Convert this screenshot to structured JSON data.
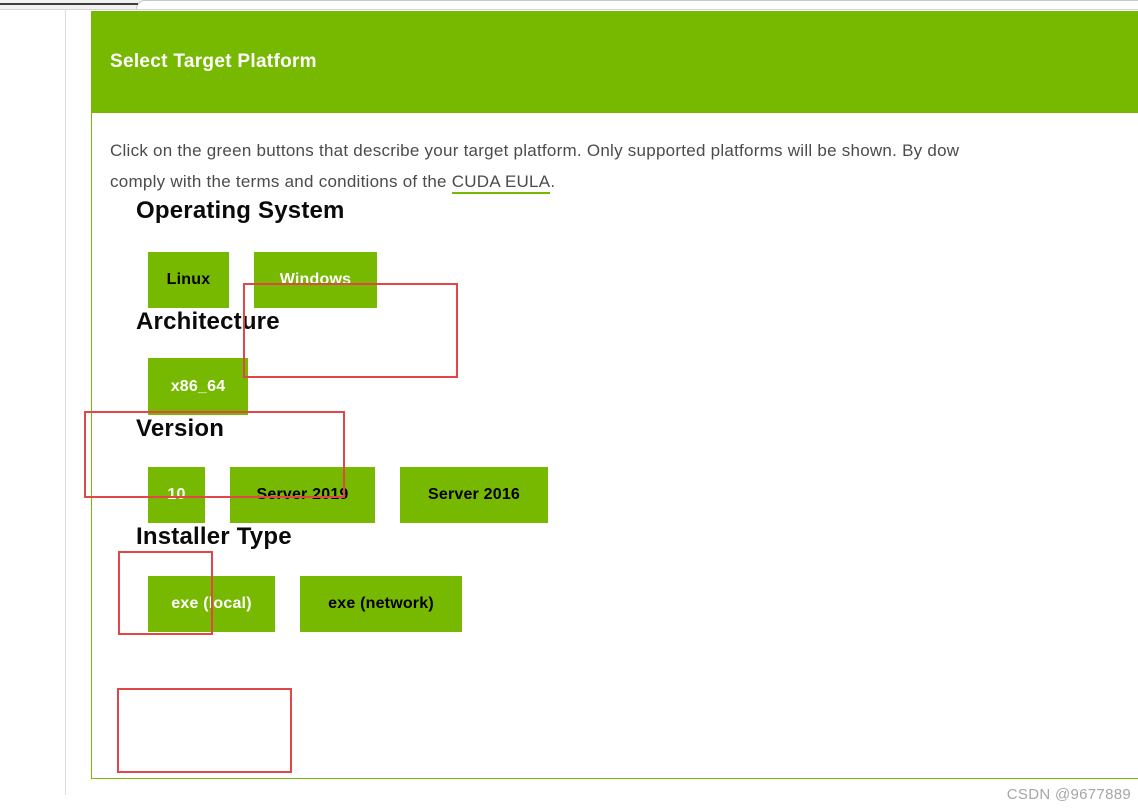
{
  "panel": {
    "header_title": "Select Target Platform",
    "intro": {
      "line1": "Click on the green buttons that describe your target platform. Only supported platforms will be shown. By dow",
      "line2_prefix": "comply with the terms and conditions of the ",
      "link_text": "CUDA EULA",
      "line2_suffix": "."
    },
    "sections": [
      {
        "title": "Operating System",
        "buttons": [
          {
            "label": "Linux",
            "selected": false
          },
          {
            "label": "Windows",
            "selected": true
          }
        ]
      },
      {
        "title": "Architecture",
        "buttons": [
          {
            "label": "x86_64",
            "selected": true
          }
        ]
      },
      {
        "title": "Version",
        "buttons": [
          {
            "label": "10",
            "selected": true
          },
          {
            "label": "Server 2019",
            "selected": false
          },
          {
            "label": "Server 2016",
            "selected": false
          }
        ]
      },
      {
        "title": "Installer Type",
        "buttons": [
          {
            "label": "exe (local)",
            "selected": true
          },
          {
            "label": "exe (network)",
            "selected": false
          }
        ]
      }
    ]
  },
  "annotations": {
    "color": "#e24747",
    "boxes": [
      "windows",
      "x86_64",
      "10",
      "exe (local)"
    ]
  },
  "watermark": "CSDN @9677889",
  "colors": {
    "nvidia_green": "#76b900",
    "annotation_red": "#e24747",
    "link_underline_green": "#76b900",
    "intro_text_gray": "#4b4b4b",
    "watermark_gray": "#a6a6a6"
  }
}
